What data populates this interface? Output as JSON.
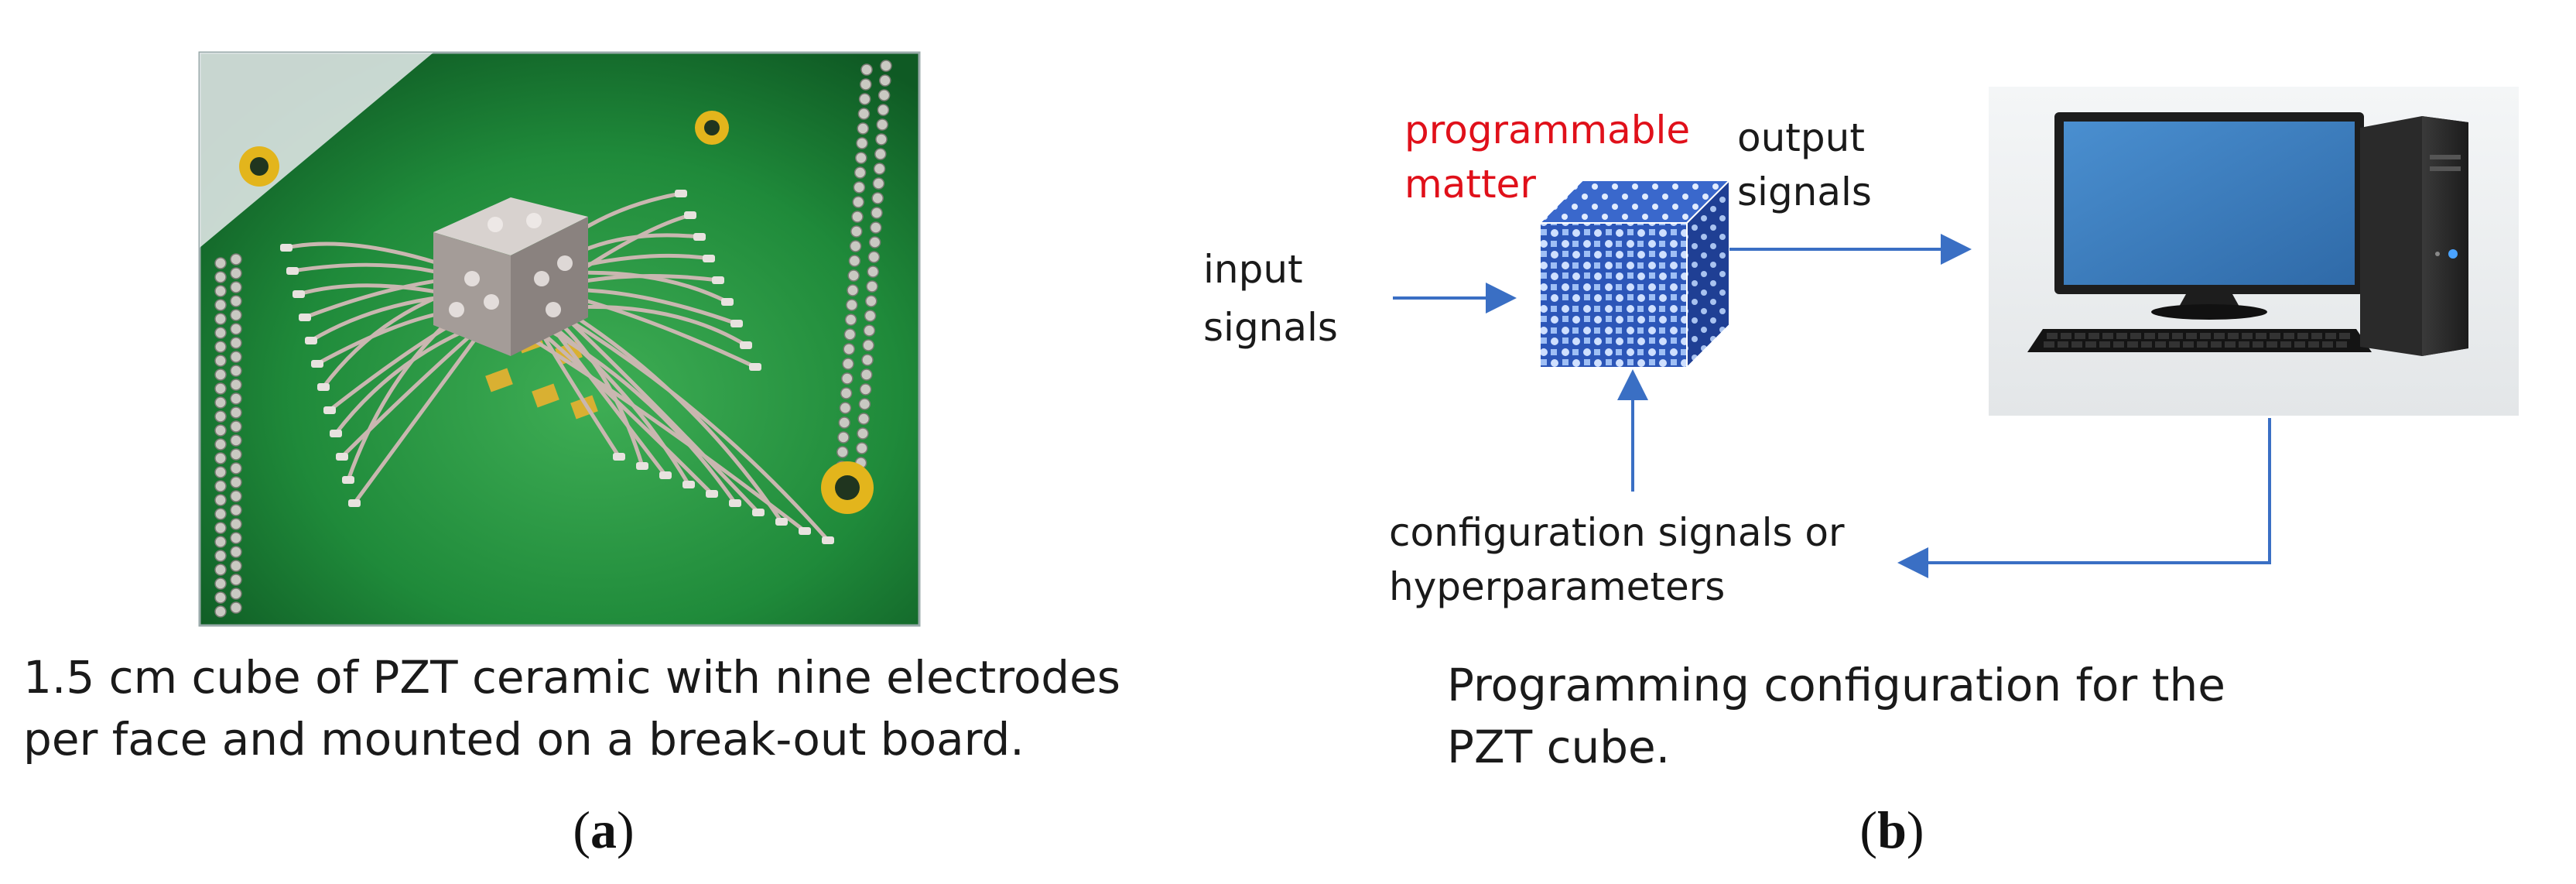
{
  "panel_a": {
    "caption_line1": "1.5 cm cube of PZT ceramic with nine electrodes",
    "caption_line2": "per face and mounted on a break-out board.",
    "label_open": "(",
    "label_letter": "a",
    "label_close": ")"
  },
  "panel_b": {
    "programmable_line1": "programmable",
    "programmable_line2": "matter",
    "output_line1": "output",
    "output_line2": "signals",
    "input_line1": "input",
    "input_line2": "signals",
    "config_line1": "configuration signals or",
    "config_line2": "hyperparameters",
    "caption_line1": "Programming configuration for the",
    "caption_line2": "PZT cube.",
    "label_open": "(",
    "label_letter": "b",
    "label_close": ")"
  },
  "colors": {
    "arrow": "#3a6fc4",
    "highlight_text": "#e0101a",
    "pcb_green": "#1f8a3a",
    "cube_blue": "#2c56b8",
    "monitor_screen": "#3d7fc0"
  }
}
